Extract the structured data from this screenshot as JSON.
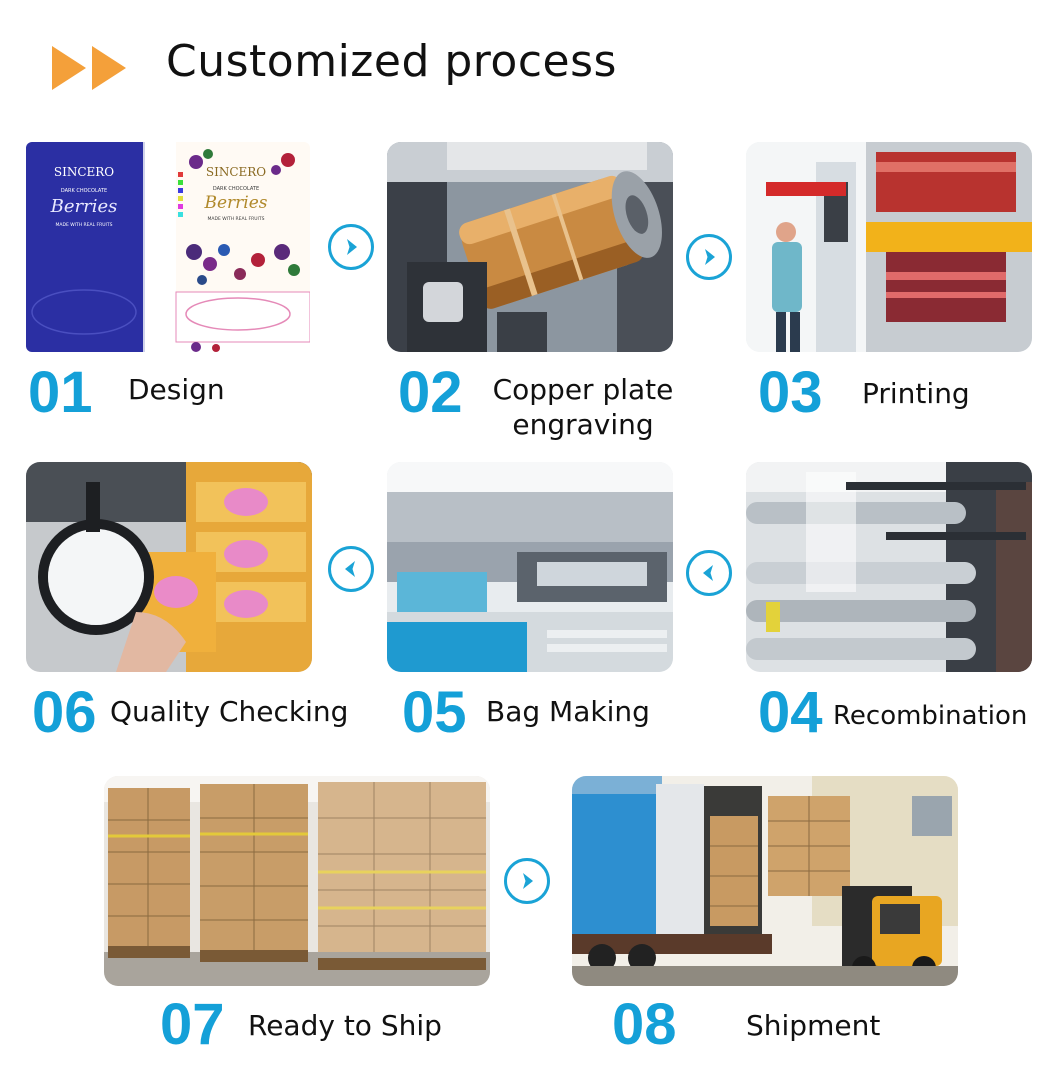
{
  "header": {
    "title": "Customized process"
  },
  "design_art": {
    "brand_left": "SINCERO",
    "brand_right": "SINCERO",
    "subtitle": "DARK CHOCOLATE",
    "product": "Berries",
    "tagline": "MADE WITH REAL FRUITS"
  },
  "steps": [
    {
      "number": "01",
      "label": "Design"
    },
    {
      "number": "02",
      "label": "Copper plate engraving"
    },
    {
      "number": "03",
      "label": "Printing"
    },
    {
      "number": "04",
      "label": "Recombination"
    },
    {
      "number": "05",
      "label": "Bag Making"
    },
    {
      "number": "06",
      "label": "Quality Checking"
    },
    {
      "number": "07",
      "label": "Ready to Ship"
    },
    {
      "number": "08",
      "label": "Shipment"
    }
  ],
  "colors": {
    "accent": "#14a0d8",
    "header_triangles": "#f4a03a"
  },
  "icons": {
    "next": "chevron-right-icon",
    "previous": "chevron-left-icon"
  }
}
